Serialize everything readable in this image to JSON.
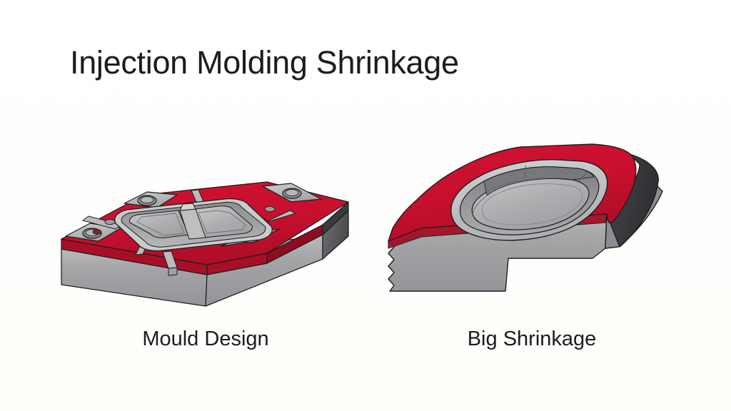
{
  "slide": {
    "title": "Injection Molding Shrinkage",
    "background_color": "#fefefd",
    "text_color": "#1c1c1c"
  },
  "palette": {
    "red_top": "#C8102E",
    "red_top_light": "#D6173A",
    "red_top_dark": "#9E0C24",
    "red_edge": "#A00E26",
    "grey_base": "#9C9EA0",
    "grey_base_light": "#BFC1C3",
    "grey_base_dark": "#7E8083",
    "grey_cavity": "#A8AAAC",
    "grey_cavity_light": "#C9CBCD",
    "grey_cavity_dark": "#86888B",
    "dark_side": "#3A3A3C",
    "outline": "#1E1E20"
  },
  "figures": [
    {
      "id": "mould-design",
      "caption": "Mould Design",
      "description": "Isometric view of a two-cavity injection mould core plate with red parting surface, four corner bolt bosses, twin rounded-rectangle cavities separated by a central rib, runner gate channel, and stepped grey steel base block.",
      "features": [
        "red-parting-surface",
        "twin-cavity",
        "corner-bolt-boss",
        "dowel-hole",
        "runner-gate",
        "stepped-base-block"
      ],
      "bolt_hole_count": 4,
      "cavity_count": 2
    },
    {
      "id": "big-shrinkage",
      "caption": "Big Shrinkage",
      "description": "Enlarged detail cutaway of a single mould cavity showing exaggerated shrinkage: the outer red parting surface bulges and distorts on the right side, with a jagged break line on the left indicating a section cut.",
      "features": [
        "red-parting-surface",
        "single-cavity",
        "break-line-zigzag",
        "distorted-bulged-edge",
        "dark-side-face",
        "stepped-base-block"
      ],
      "break_line_teeth": 5,
      "cavity_count": 1
    }
  ],
  "captions": {
    "left": "Mould Design",
    "right": "Big Shrinkage"
  }
}
